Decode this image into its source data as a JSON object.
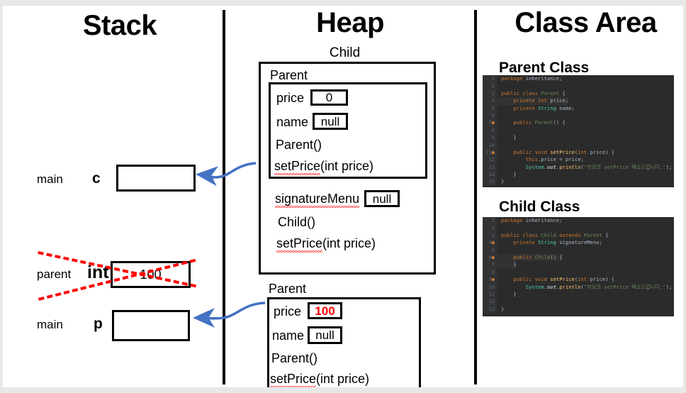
{
  "columns": {
    "stack_title": "Stack",
    "heap_title": "Heap",
    "class_area_title": "Class Area"
  },
  "stack": {
    "rows": [
      {
        "frame": "main",
        "var": "c",
        "value": "",
        "struck": false
      },
      {
        "frame": "parent",
        "var": "int",
        "value": "100",
        "struck": true
      },
      {
        "frame": "main",
        "var": "p",
        "value": "",
        "struck": false
      }
    ]
  },
  "heap": {
    "child_object": {
      "label": "Child",
      "inner_label": "Parent",
      "inner_fields": [
        {
          "name": "price",
          "value": "0",
          "highlight": false
        },
        {
          "name": "name",
          "value": "null",
          "highlight": false
        }
      ],
      "inner_methods": [
        "Parent()",
        "setPrice(int price)"
      ],
      "own_fields": [
        {
          "name": "signatureMenu",
          "value": "null",
          "highlight": false
        }
      ],
      "own_methods": [
        "Child()",
        "setPrice(int price)"
      ]
    },
    "parent_object": {
      "label": "Parent",
      "fields": [
        {
          "name": "price",
          "value": "100",
          "highlight": true
        },
        {
          "name": "name",
          "value": "null",
          "highlight": false
        }
      ],
      "methods": [
        "Parent()",
        "setPrice(int price)"
      ]
    }
  },
  "class_area": {
    "parent_class_title": "Parent Class",
    "child_class_title": "Child Class",
    "parent_code_lines": [
      "package inheritance;",
      "",
      "public class Parent {",
      "    private int price;",
      "    private String name;",
      "",
      "    public Parent() {",
      "",
      "    }",
      "",
      "    public void setPrice(int price) {",
      "        this.price = price;",
      "        System.out.println(\"부모의 setPrice 메소드입니다.\");",
      "    }",
      "}"
    ],
    "child_code_lines": [
      "package inheritance;",
      "",
      "public class Child extends Parent {",
      "    private String signatureMenu;",
      "",
      "    public Child() {",
      "    }",
      "",
      "    public void setPrice(int price) {",
      "        System.out.println(\"부모의 setPrice 메소드입니다.\");",
      "    }",
      "",
      "}"
    ]
  },
  "colors": {
    "arrow": "#4472c4",
    "strike": "#ff0000",
    "highlight_value": "#ff0000",
    "code_background": "#2b2b2b",
    "outline": "#000000"
  }
}
